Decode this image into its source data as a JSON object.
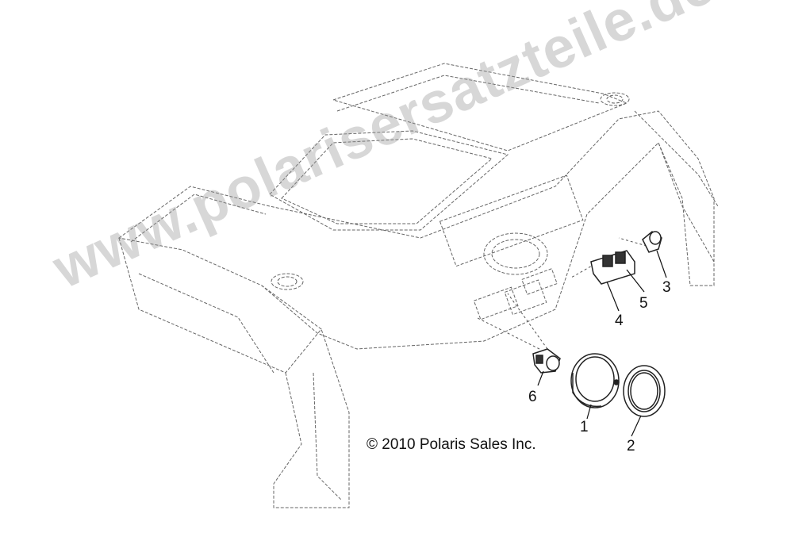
{
  "watermark": "www.polarisersatzteile.de",
  "copyright": "© 2010 Polaris Sales Inc.",
  "callouts": {
    "c1": "1",
    "c2": "2",
    "c3": "3",
    "c4": "4",
    "c5": "5",
    "c6": "6"
  },
  "colors": {
    "line": "#555555",
    "watermark": "#969696",
    "text": "#111111"
  }
}
